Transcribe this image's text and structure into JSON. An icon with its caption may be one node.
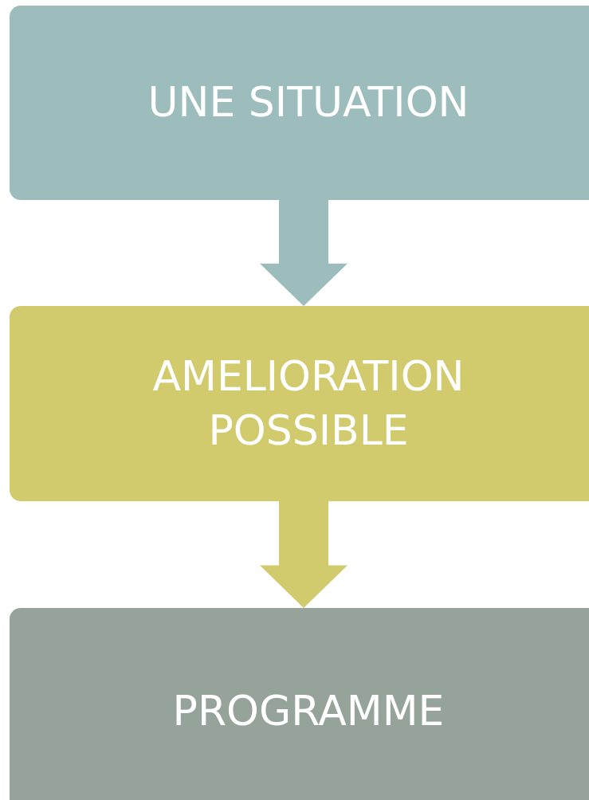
{
  "diagram": {
    "nodes": [
      {
        "text": [
          "UNE SITUATION"
        ]
      },
      {
        "text": [
          "AMELIORATION POSSIBLE"
        ]
      },
      {
        "text": [
          "PROGRAMME"
        ]
      }
    ],
    "edges": [
      {
        "from": 0,
        "to": 1,
        "arrow": "to",
        "style": "thick",
        "color": "#9cbdbc"
      },
      {
        "from": 1,
        "to": 2,
        "arrow": "to",
        "style": "thick",
        "color": "#d1cb6e"
      }
    ]
  }
}
